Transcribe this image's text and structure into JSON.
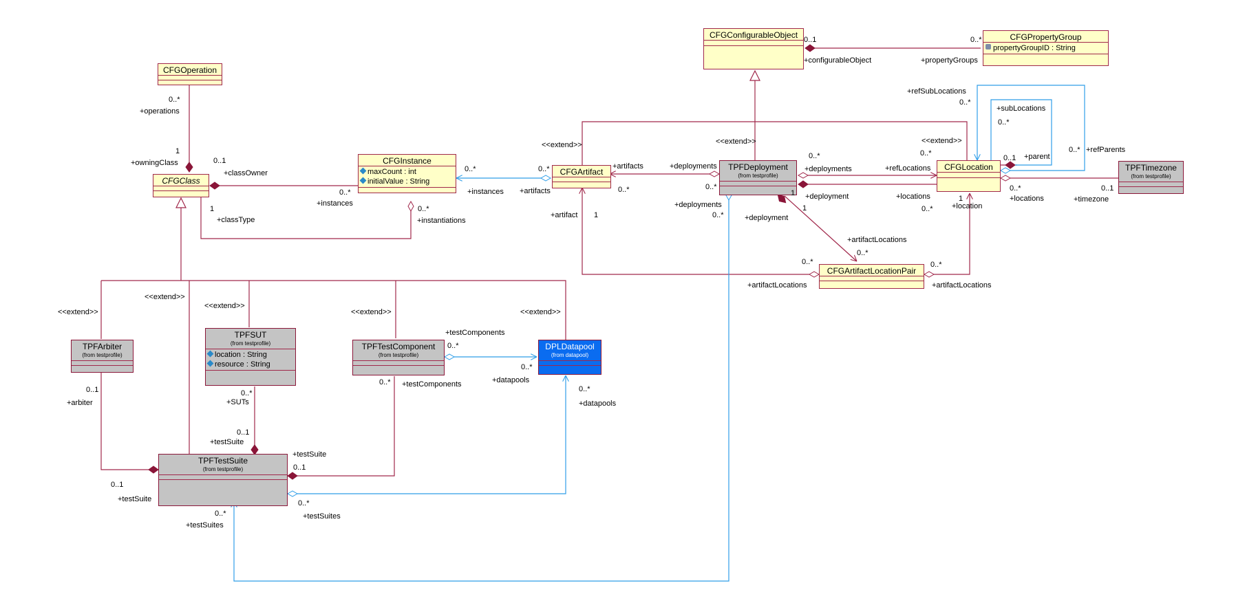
{
  "colors": {
    "association": "#a0274a",
    "dependency": "#2f9ee8",
    "class_fill": "#ffffc8",
    "external_fill": "#c4c4c4",
    "datapool_fill": "#0a6cf0"
  },
  "classes": {
    "cfg_operation": {
      "name": "CFGOperation"
    },
    "cfg_class": {
      "name": "CFGClass"
    },
    "cfg_instance": {
      "name": "CFGInstance",
      "attrs": [
        "maxCount : int",
        "initialValue : String"
      ]
    },
    "cfg_artifact": {
      "name": "CFGArtifact"
    },
    "cfg_configurable_object": {
      "name": "CFGConfigurableObject"
    },
    "cfg_property_group": {
      "name": "CFGPropertyGroup",
      "attrs": [
        "propertyGroupID : String"
      ]
    },
    "tpf_deployment": {
      "name": "TPFDeployment",
      "from": "(from testprofile)"
    },
    "cfg_location": {
      "name": "CFGLocation"
    },
    "tpf_timezone": {
      "name": "TPFTimezone",
      "from": "(from testprofile)"
    },
    "cfg_artifact_location_pair": {
      "name": "CFGArtifactLocationPair"
    },
    "tpf_arbiter": {
      "name": "TPFArbiter",
      "from": "(from testprofile)"
    },
    "tpf_sut": {
      "name": "TPFSUT",
      "from": "(from testprofile)",
      "attrs": [
        "location : String",
        "resource : String"
      ]
    },
    "tpf_test_component": {
      "name": "TPFTestComponent",
      "from": "(from testprofile)"
    },
    "dpl_datapool": {
      "name": "DPLDatapool",
      "from": "(from datapool)"
    },
    "tpf_test_suite": {
      "name": "TPFTestSuite",
      "from": "(from testprofile)"
    }
  },
  "labels": {
    "l01": "0..*",
    "l02": "+operations",
    "l03": "1",
    "l04": "+owningClass",
    "l05": "0..1",
    "l06": "+classOwner",
    "l07": "0..*",
    "l08": "+instances",
    "l09": "1",
    "l10": "+classType",
    "l11": "0..*",
    "l12": "+instantiations",
    "l13": "0..*",
    "l14": "+instances",
    "l15": "0..*",
    "l16": "+artifacts",
    "l17": "<<extend>>",
    "l18": "+artifacts",
    "l19": "0..*",
    "l20": "+artifact",
    "l21": "1",
    "l22": "+deployments",
    "l23": "0..*",
    "l24": "+deployments",
    "l25": "0..*",
    "l26": "<<extend>>",
    "l27": "0..*",
    "l28": "+deployments",
    "l29": "+refLocations",
    "l30": "1",
    "l31": "+deployment",
    "l32": "+locations",
    "l33": "0..*",
    "l34": "+deployment",
    "l35": "1",
    "l36": "+artifactLocations",
    "l37": "0..*",
    "l38": "0..1",
    "l39": "+configurableObject",
    "l40": "0..*",
    "l41": "+propertyGroups",
    "l42": "+refSubLocations",
    "l43": "0..*",
    "l44": "+subLocations",
    "l45": "0..*",
    "l46": "<<extend>>",
    "l47": "0..*",
    "l48": "0..1",
    "l49": "+parent",
    "l50": "0..*",
    "l51": "+refParents",
    "l52": "0..*",
    "l53": "+locations",
    "l54": "0..1",
    "l55": "+timezone",
    "l56": "1",
    "l57": "+location",
    "l58": "0..*",
    "l59": "+artifactLocations",
    "l60": "0..*",
    "l61": "+artifactLocations",
    "l62": "<<extend>>",
    "l63": "<<extend>>",
    "l64": "<<extend>>",
    "l65": "<<extend>>",
    "l66": "<<extend>>",
    "l67": "+testComponents",
    "l68": "0..*",
    "l69": "0..*",
    "l70": "+datapools",
    "l71": "0..*",
    "l72": "+testComponents",
    "l73": "0..*",
    "l74": "+datapools",
    "l75": "0..1",
    "l76": "+arbiter",
    "l77": "0..*",
    "l78": "+SUTs",
    "l79": "0..1",
    "l80": "+testSuite",
    "l81": "+testSuite",
    "l82": "0..1",
    "l83": "0..1",
    "l84": "+testSuite",
    "l85": "0..*",
    "l86": "+testSuites",
    "l87": "0..*",
    "l88": "+testSuites"
  }
}
